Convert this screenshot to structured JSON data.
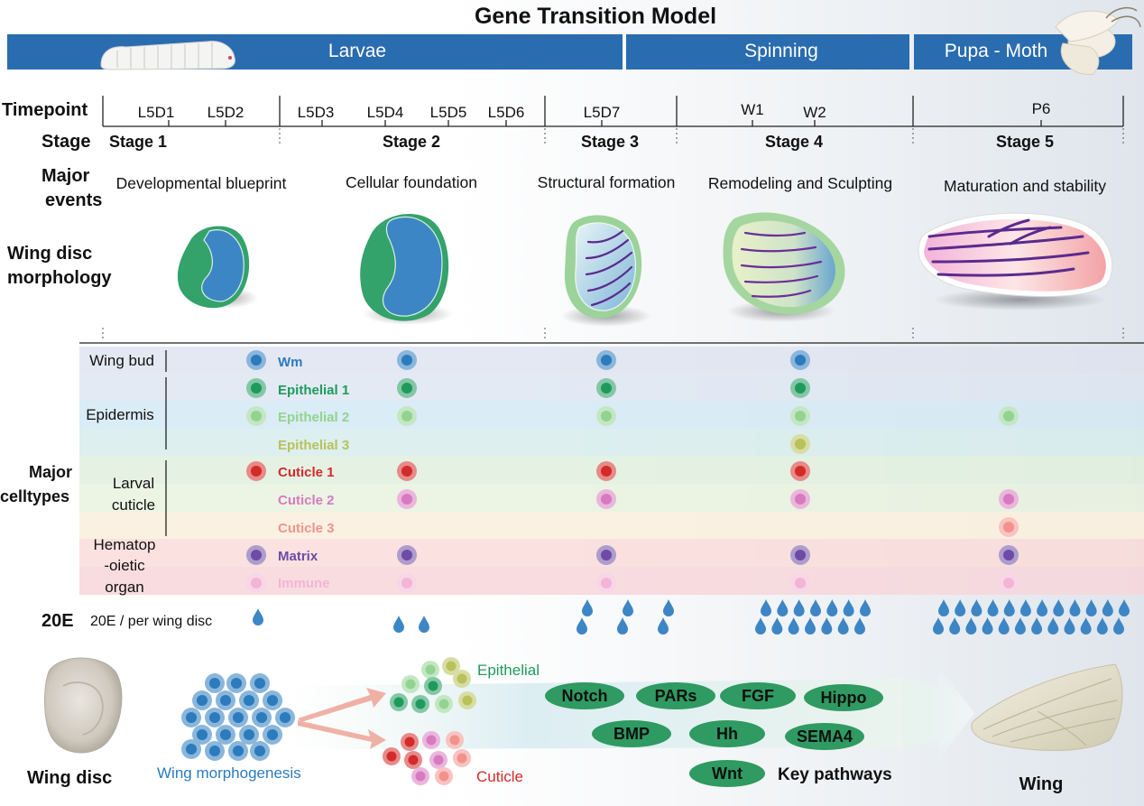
{
  "title": "Gene Transition Model",
  "phases": [
    {
      "label": "Larvae"
    },
    {
      "label": "Spinning"
    },
    {
      "label": "Pupa - Moth"
    }
  ],
  "row_headers": {
    "timepoint": "Timepoint",
    "stage": "Stage",
    "major_events_1": "Major",
    "major_events_2": "events",
    "morphology_1": "Wing disc",
    "morphology_2": "morphology",
    "celltypes_1": "Major",
    "celltypes_2": "celltypes",
    "hormone": "20E",
    "hormone_desc": "20E / per wing disc"
  },
  "timepoints": [
    "L5D1",
    "L5D2",
    "L5D3",
    "L5D4",
    "L5D5",
    "L5D6",
    "L5D7",
    "W1",
    "W2",
    "P6"
  ],
  "stages": [
    "Stage 1",
    "Stage 2",
    "Stage 3",
    "Stage 4",
    "Stage 5"
  ],
  "events": [
    "Developmental blueprint",
    "Cellular foundation",
    "Structural formation",
    "Remodeling and Sculpting",
    "Maturation and stability"
  ],
  "cell_groups": [
    {
      "label1": "Wing bud",
      "label2": "",
      "label3": ""
    },
    {
      "label1": "Epidermis",
      "label2": "",
      "label3": ""
    },
    {
      "label1": "Larval",
      "label2": "cuticle",
      "label3": ""
    },
    {
      "label1": "Hematop",
      "label2": "-oietic",
      "label3": "organ"
    }
  ],
  "cell_types": [
    {
      "name": "Wm",
      "color": "#2b7bbd",
      "present": [
        1,
        1,
        1,
        1,
        0
      ]
    },
    {
      "name": "Epithelial 1",
      "color": "#1f9a5c",
      "present": [
        1,
        1,
        1,
        1,
        0
      ]
    },
    {
      "name": "Epithelial 2",
      "color": "#93d391",
      "present": [
        1,
        1,
        1,
        1,
        1
      ]
    },
    {
      "name": "Epithelial 3",
      "color": "#b7c25a",
      "present": [
        0,
        0,
        0,
        1,
        0
      ]
    },
    {
      "name": "Cuticle 1",
      "color": "#d42a2a",
      "present": [
        1,
        1,
        1,
        1,
        0
      ]
    },
    {
      "name": "Cuticle 2",
      "color": "#d87ac0",
      "present": [
        0,
        1,
        1,
        1,
        1
      ]
    },
    {
      "name": "Cuticle 3",
      "color": "#f2928c",
      "present": [
        0,
        0,
        0,
        0,
        1
      ]
    },
    {
      "name": "Matrix",
      "color": "#6e4ba6",
      "present": [
        1,
        1,
        1,
        1,
        1
      ]
    },
    {
      "name": "Immune",
      "color": "#f3b4d6",
      "present": [
        1,
        1,
        1,
        1,
        1
      ]
    }
  ],
  "drops_per_stage": [
    1,
    2,
    6,
    14,
    24
  ],
  "bottom": {
    "wing_disc_label": "Wing disc",
    "morphogenesis_label": "Wing morphogenesis",
    "epithelial_label": "Epithelial",
    "cuticle_label": "Cuticle",
    "pathways_label": "Key pathways",
    "wing_label": "Wing",
    "pathways": [
      "Notch",
      "PARs",
      "FGF",
      "Hippo",
      "BMP",
      "Hh",
      "SEMA4",
      "Wnt"
    ]
  },
  "colors": {
    "banner": "#2a6cb0",
    "pathway": "#2f9a61",
    "drop": "#3d86c6"
  }
}
